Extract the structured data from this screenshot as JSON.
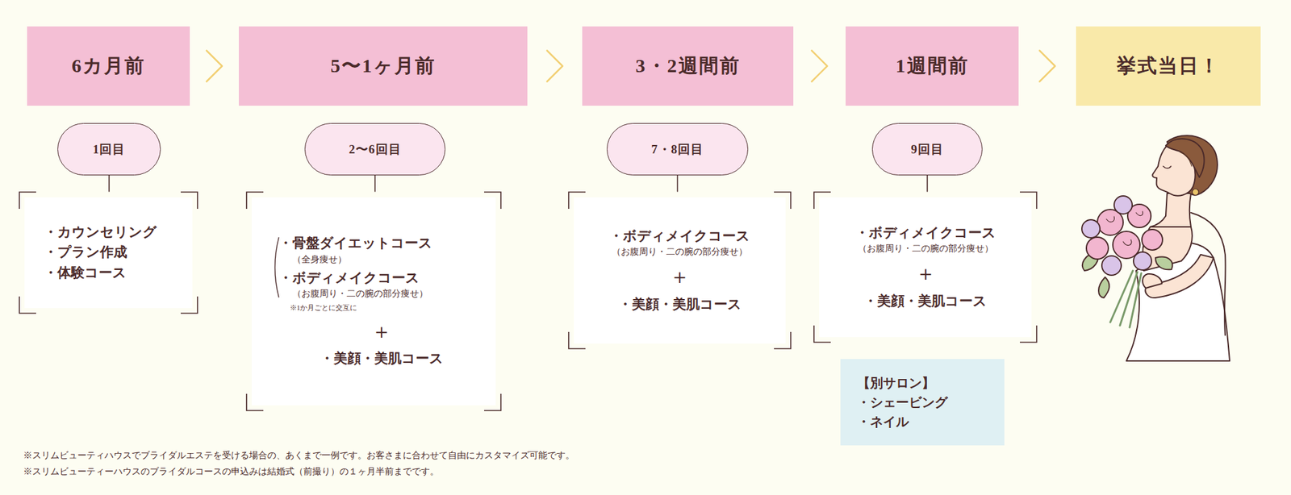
{
  "diagram": {
    "nodes": [
      {
        "text": [
          "6カ月前"
        ]
      },
      {
        "text": [
          "5〜1ヶ月前"
        ]
      },
      {
        "text": [
          "3・2週間前"
        ]
      },
      {
        "text": [
          "1週間前"
        ]
      },
      {
        "text": [
          "挙式当日！"
        ]
      },
      {
        "text": [
          "1回目"
        ]
      },
      {
        "text": [
          "2〜6回目"
        ]
      },
      {
        "text": [
          "7・8回目"
        ]
      },
      {
        "text": [
          "9回目"
        ]
      },
      {
        "text": [
          "・カウンセリング",
          "・プラン作成",
          "・体験コース"
        ]
      },
      {
        "text": [
          "・骨盤ダイエットコース",
          "（全身痩せ）",
          "・ボディメイクコース",
          "（お腹周り・二の腕の部分痩せ）",
          "※1か月ごとに交互に",
          "＋",
          "・美顔・美肌コース"
        ]
      },
      {
        "text": [
          "・ボディメイクコース",
          "（お腹周り・二の腕の部分痩せ）",
          "＋",
          "・美顔・美肌コース"
        ]
      },
      {
        "text": [
          "・ボディメイクコース",
          "（お腹周り・二の腕の部分痩せ）",
          "＋",
          "・美顔・美肌コース"
        ]
      },
      {
        "text": [
          "【別サロン】",
          "・シェービング",
          "・ネイル"
        ]
      }
    ],
    "edges": [
      {
        "from": 0,
        "to": 1,
        "arrow": "to"
      },
      {
        "from": 1,
        "to": 2,
        "arrow": "to"
      },
      {
        "from": 2,
        "to": 3,
        "arrow": "to"
      },
      {
        "from": 3,
        "to": 4,
        "arrow": "to"
      },
      {
        "from": 5,
        "to": 9,
        "arrow": "none"
      },
      {
        "from": 6,
        "to": 10,
        "arrow": "none"
      },
      {
        "from": 7,
        "to": 11,
        "arrow": "none"
      },
      {
        "from": 8,
        "to": 12,
        "arrow": "none"
      }
    ],
    "labels": [
      "※スリムビューティハウスでブライダルエステを受ける場合の、あくまで一例です。お客さまに合わせて自由にカスタマイズ可能です。",
      "※スリムビューティーハウスのブライダルコースの申込みは結婚式（前撮り）の１ヶ月半前までです。"
    ]
  }
}
